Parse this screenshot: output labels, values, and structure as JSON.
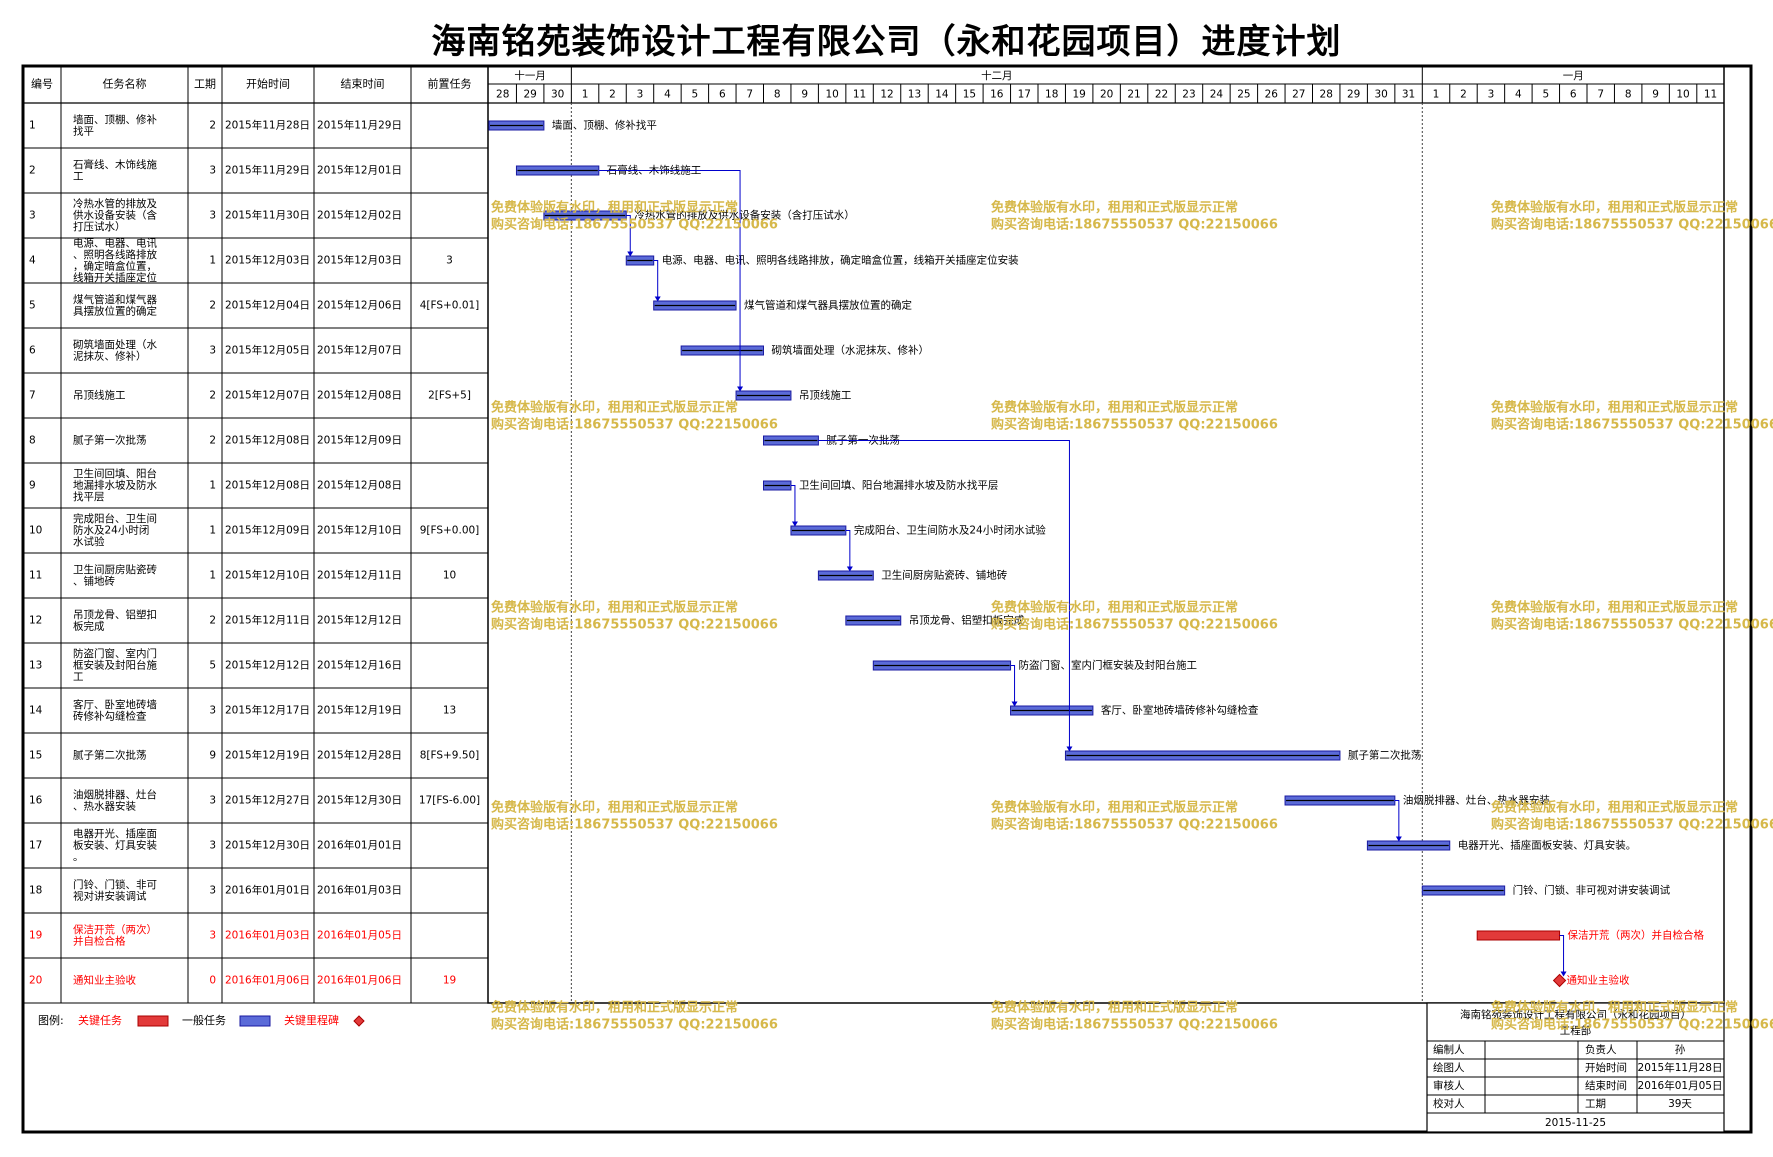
{
  "title": "海南铭苑装饰设计工程有限公司（永和花园项目）进度计划",
  "columns": {
    "id": "编号",
    "name": "任务名称",
    "duration": "工期",
    "start": "开始时间",
    "end": "结束时间",
    "predecessor": "前置任务"
  },
  "months": [
    "十一月",
    "十二月",
    "一月"
  ],
  "days": [
    "28",
    "29",
    "30",
    "1",
    "2",
    "3",
    "4",
    "5",
    "6",
    "7",
    "8",
    "9",
    "10",
    "11",
    "12",
    "13",
    "14",
    "15",
    "16",
    "17",
    "18",
    "19",
    "20",
    "21",
    "22",
    "23",
    "24",
    "25",
    "26",
    "27",
    "28",
    "29",
    "30",
    "31",
    "1",
    "2",
    "3",
    "4",
    "5",
    "6",
    "7",
    "8",
    "9",
    "10",
    "11"
  ],
  "tasks": [
    {
      "id": "1",
      "name": "墙面、顶棚、修补找平",
      "duration": "2",
      "start": "2015年11月28日",
      "end": "2015年11月29日",
      "pred": "",
      "bar_label": "墙面、顶棚、修补找平",
      "critical": false
    },
    {
      "id": "2",
      "name": "石膏线、木饰线施工",
      "duration": "3",
      "start": "2015年11月29日",
      "end": "2015年12月01日",
      "pred": "",
      "bar_label": "石膏线、木饰线施工",
      "critical": false
    },
    {
      "id": "3",
      "name": "冷热水管的排放及供水设备安装（含打压试水）",
      "duration": "3",
      "start": "2015年11月30日",
      "end": "2015年12月02日",
      "pred": "",
      "bar_label": "冷热水管的排放及供水设备安装（含打压试水）",
      "critical": false
    },
    {
      "id": "4",
      "name": "电源、电器、电讯、照明各线路排放，确定暗盒位置，线箱开关插座定位安装",
      "duration": "1",
      "start": "2015年12月03日",
      "end": "2015年12月03日",
      "pred": "3",
      "bar_label": "电源、电器、电讯、照明各线路排放，确定暗盒位置，线箱开关插座定位安装",
      "critical": false
    },
    {
      "id": "5",
      "name": "煤气管道和煤气器具摆放位置的确定",
      "duration": "2",
      "start": "2015年12月04日",
      "end": "2015年12月06日",
      "pred": "4[FS+0.01]",
      "bar_label": "煤气管道和煤气器具摆放位置的确定",
      "critical": false
    },
    {
      "id": "6",
      "name": "砌筑墙面处理（水泥抹灰、修补）",
      "duration": "3",
      "start": "2015年12月05日",
      "end": "2015年12月07日",
      "pred": "",
      "bar_label": "砌筑墙面处理（水泥抹灰、修补）",
      "critical": false
    },
    {
      "id": "7",
      "name": "吊顶线施工",
      "duration": "2",
      "start": "2015年12月07日",
      "end": "2015年12月08日",
      "pred": "2[FS+5]",
      "bar_label": "吊顶线施工",
      "critical": false
    },
    {
      "id": "8",
      "name": "腻子第一次批荡",
      "duration": "2",
      "start": "2015年12月08日",
      "end": "2015年12月09日",
      "pred": "",
      "bar_label": "腻子第一次批荡",
      "critical": false
    },
    {
      "id": "9",
      "name": "卫生间回填、阳台地漏排水坡及防水找平层",
      "duration": "1",
      "start": "2015年12月08日",
      "end": "2015年12月08日",
      "pred": "",
      "bar_label": "卫生间回填、阳台地漏排水坡及防水找平层",
      "critical": false
    },
    {
      "id": "10",
      "name": "完成阳台、卫生间防水及24小时闭水试验",
      "duration": "1",
      "start": "2015年12月09日",
      "end": "2015年12月10日",
      "pred": "9[FS+0.00]",
      "bar_label": "完成阳台、卫生间防水及24小时闭水试验",
      "critical": false
    },
    {
      "id": "11",
      "name": "卫生间厨房贴瓷砖、铺地砖",
      "duration": "1",
      "start": "2015年12月10日",
      "end": "2015年12月11日",
      "pred": "10",
      "bar_label": "卫生间厨房贴瓷砖、铺地砖",
      "critical": false
    },
    {
      "id": "12",
      "name": "吊顶龙骨、铝塑扣板完成",
      "duration": "2",
      "start": "2015年12月11日",
      "end": "2015年12月12日",
      "pred": "",
      "bar_label": "吊顶龙骨、铝塑扣板完成",
      "critical": false
    },
    {
      "id": "13",
      "name": "防盗门窗、室内门框安装及封阳台施工",
      "duration": "5",
      "start": "2015年12月12日",
      "end": "2015年12月16日",
      "pred": "",
      "bar_label": "防盗门窗、室内门框安装及封阳台施工",
      "critical": false
    },
    {
      "id": "14",
      "name": "客厅、卧室地砖墙砖修补勾缝检查",
      "duration": "3",
      "start": "2015年12月17日",
      "end": "2015年12月19日",
      "pred": "13",
      "bar_label": "客厅、卧室地砖墙砖修补勾缝检查",
      "critical": false
    },
    {
      "id": "15",
      "name": "腻子第二次批荡",
      "duration": "9",
      "start": "2015年12月19日",
      "end": "2015年12月28日",
      "pred": "8[FS+9.50]",
      "bar_label": "腻子第二次批荡",
      "critical": false
    },
    {
      "id": "16",
      "name": "油烟脱排器、灶台、热水器安装",
      "duration": "3",
      "start": "2015年12月27日",
      "end": "2015年12月30日",
      "pred": "17[FS-6.00]",
      "bar_label": "油烟脱排器、灶台、热水器安装",
      "critical": false
    },
    {
      "id": "17",
      "name": "电器开光、插座面板安装、灯具安装。",
      "duration": "3",
      "start": "2015年12月30日",
      "end": "2016年01月01日",
      "pred": "",
      "bar_label": "电器开光、插座面板安装、灯具安装。",
      "critical": false
    },
    {
      "id": "18",
      "name": "门铃、门锁、非可视对讲安装调试",
      "duration": "3",
      "start": "2016年01月01日",
      "end": "2016年01月03日",
      "pred": "",
      "bar_label": "门铃、门锁、非可视对讲安装调试",
      "critical": false
    },
    {
      "id": "19",
      "name": "保洁开荒（两次）并自检合格",
      "duration": "3",
      "start": "2016年01月03日",
      "end": "2016年01月05日",
      "pred": "",
      "bar_label": "保洁开荒（两次）并自检合格",
      "critical": true
    },
    {
      "id": "20",
      "name": "通知业主验收",
      "duration": "0",
      "start": "2016年01月06日",
      "end": "2016年01月06日",
      "pred": "19",
      "bar_label": "通知业主验收",
      "critical": true
    }
  ],
  "legend": {
    "label": "图例:",
    "critical_task": "关键任务",
    "normal_task": "一般任务",
    "critical_milestone": "关键里程碑"
  },
  "info_box": {
    "company": "海南铭苑装饰设计工程有限公司（永和花园项目）",
    "dept": "工程部",
    "rows": [
      {
        "l1": "编制人",
        "v1": "",
        "l2": "负责人",
        "v2": "孙"
      },
      {
        "l1": "绘图人",
        "v1": "",
        "l2": "开始时间",
        "v2": "2015年11月28日"
      },
      {
        "l1": "审核人",
        "v1": "",
        "l2": "结束时间",
        "v2": "2016年01月05日"
      },
      {
        "l1": "校对人",
        "v1": "",
        "l2": "工期",
        "v2": "39天"
      }
    ],
    "date": "2015-11-25"
  },
  "watermark": {
    "line1": "免费体验版有水印，租用和正式版显示正常",
    "line2": "购买咨询电话:18675550537 QQ:22150066"
  },
  "colors": {
    "normal_bar": "#5b6bd8",
    "normal_bar_border": "#1a1aa0",
    "critical_bar": "#e23a3a",
    "critical_text": "#ff0000",
    "link": "#0000cc",
    "watermark": "#d6b84a"
  },
  "chart_data": {
    "type": "gantt",
    "title": "海南铭苑装饰设计工程有限公司（永和花园项目）进度计划",
    "x_range": [
      "2015-11-28",
      "2016-01-11"
    ],
    "tasks": [
      {
        "id": 1,
        "start": "2015-11-28",
        "end": "2015-11-29",
        "critical": false
      },
      {
        "id": 2,
        "start": "2015-11-29",
        "end": "2015-12-01",
        "critical": false
      },
      {
        "id": 3,
        "start": "2015-11-30",
        "end": "2015-12-02",
        "critical": false
      },
      {
        "id": 4,
        "start": "2015-12-03",
        "end": "2015-12-03",
        "critical": false
      },
      {
        "id": 5,
        "start": "2015-12-04",
        "end": "2015-12-06",
        "critical": false
      },
      {
        "id": 6,
        "start": "2015-12-05",
        "end": "2015-12-07",
        "critical": false
      },
      {
        "id": 7,
        "start": "2015-12-07",
        "end": "2015-12-08",
        "critical": false
      },
      {
        "id": 8,
        "start": "2015-12-08",
        "end": "2015-12-09",
        "critical": false
      },
      {
        "id": 9,
        "start": "2015-12-08",
        "end": "2015-12-08",
        "critical": false
      },
      {
        "id": 10,
        "start": "2015-12-09",
        "end": "2015-12-10",
        "critical": false
      },
      {
        "id": 11,
        "start": "2015-12-10",
        "end": "2015-12-11",
        "critical": false
      },
      {
        "id": 12,
        "start": "2015-12-11",
        "end": "2015-12-12",
        "critical": false
      },
      {
        "id": 13,
        "start": "2015-12-12",
        "end": "2015-12-16",
        "critical": false
      },
      {
        "id": 14,
        "start": "2015-12-17",
        "end": "2015-12-19",
        "critical": false
      },
      {
        "id": 15,
        "start": "2015-12-19",
        "end": "2015-12-28",
        "critical": false
      },
      {
        "id": 16,
        "start": "2015-12-27",
        "end": "2015-12-30",
        "critical": false
      },
      {
        "id": 17,
        "start": "2015-12-30",
        "end": "2016-01-01",
        "critical": false
      },
      {
        "id": 18,
        "start": "2016-01-01",
        "end": "2016-01-03",
        "critical": false
      },
      {
        "id": 19,
        "start": "2016-01-03",
        "end": "2016-01-05",
        "critical": true
      },
      {
        "id": 20,
        "start": "2016-01-06",
        "end": "2016-01-06",
        "critical": true,
        "milestone": true
      }
    ],
    "links": [
      {
        "from": 2,
        "to": 7
      },
      {
        "from": 3,
        "to": 4
      },
      {
        "from": 4,
        "to": 5
      },
      {
        "from": 8,
        "to": 15
      },
      {
        "from": 9,
        "to": 10
      },
      {
        "from": 10,
        "to": 11
      },
      {
        "from": 13,
        "to": 14
      },
      {
        "from": 16,
        "to": 17
      },
      {
        "from": 19,
        "to": 20
      }
    ]
  }
}
